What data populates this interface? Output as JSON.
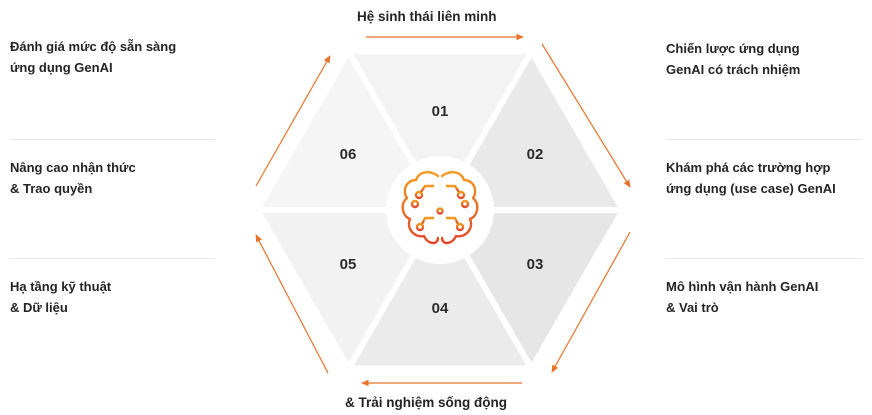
{
  "top_title": "Hệ sinh thái liên minh",
  "bottom_title": "& Trải nghiệm sống động",
  "segments": [
    "01",
    "02",
    "03",
    "04",
    "05",
    "06"
  ],
  "left_labels": [
    {
      "line1": "Đánh giá mức độ sẵn sàng",
      "line2": "ứng dụng GenAI"
    },
    {
      "line1": "Nâng cao nhận thức",
      "line2": "& Trao quyền"
    },
    {
      "line1": "Hạ tầng kỹ thuật",
      "line2": "& Dữ liệu"
    }
  ],
  "right_labels": [
    {
      "line1": "Chiến lược ứng dụng",
      "line2": "GenAI có trách nhiệm"
    },
    {
      "line1": "Khám phá các trường hợp",
      "line2": "ứng dụng (use case) GenAI"
    },
    {
      "line1": "Mô hình vận hành GenAI",
      "line2": "& Vai trò"
    }
  ],
  "colors": {
    "accent": "#e8732a",
    "icon_gradient_start": "#f29a1f",
    "icon_gradient_end": "#e2462b",
    "hex_light": "#f4f4f4",
    "hex_dark": "#e8e8e8"
  },
  "center_icon": "brain-circuit-icon"
}
